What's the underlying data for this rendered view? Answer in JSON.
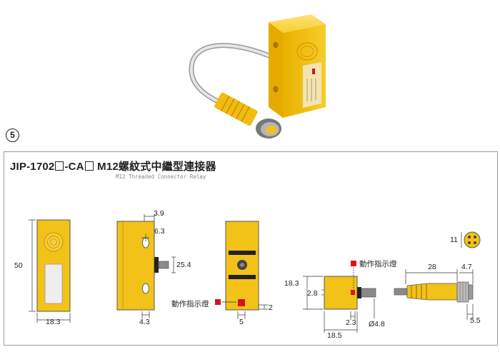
{
  "section": {
    "number": "5"
  },
  "header": {
    "title_part1": "JIP-1702",
    "title_part2": "-CA",
    "title_part3": " M12螺紋式中繼型連接器",
    "subtitle": "M12 Threaded Connector Relay"
  },
  "front_view": {
    "height_dim": "50",
    "width_dim": "18.3"
  },
  "side_view": {
    "dim_top": "3.9",
    "dim_hole": "6.3",
    "dim_cable": "25.4",
    "dim_bottom": "4.3"
  },
  "indicator_view": {
    "label": "動作指示燈",
    "dim_offset": "2",
    "dim_width": "5"
  },
  "small_relay": {
    "label": "動作指示燈",
    "dim_height": "18.3",
    "dim_inner": "2.8",
    "dim_center": "2.3",
    "dim_diameter": "Ø4.8",
    "dim_width": "18.5"
  },
  "connector": {
    "dim_length": "28",
    "dim_nut": "4.7",
    "dim_face": "11",
    "dim_thread": "5.5"
  },
  "colors": {
    "body_yellow": "#f4c318",
    "indicator_red": "#d8141b",
    "dim_line": "#333333"
  }
}
